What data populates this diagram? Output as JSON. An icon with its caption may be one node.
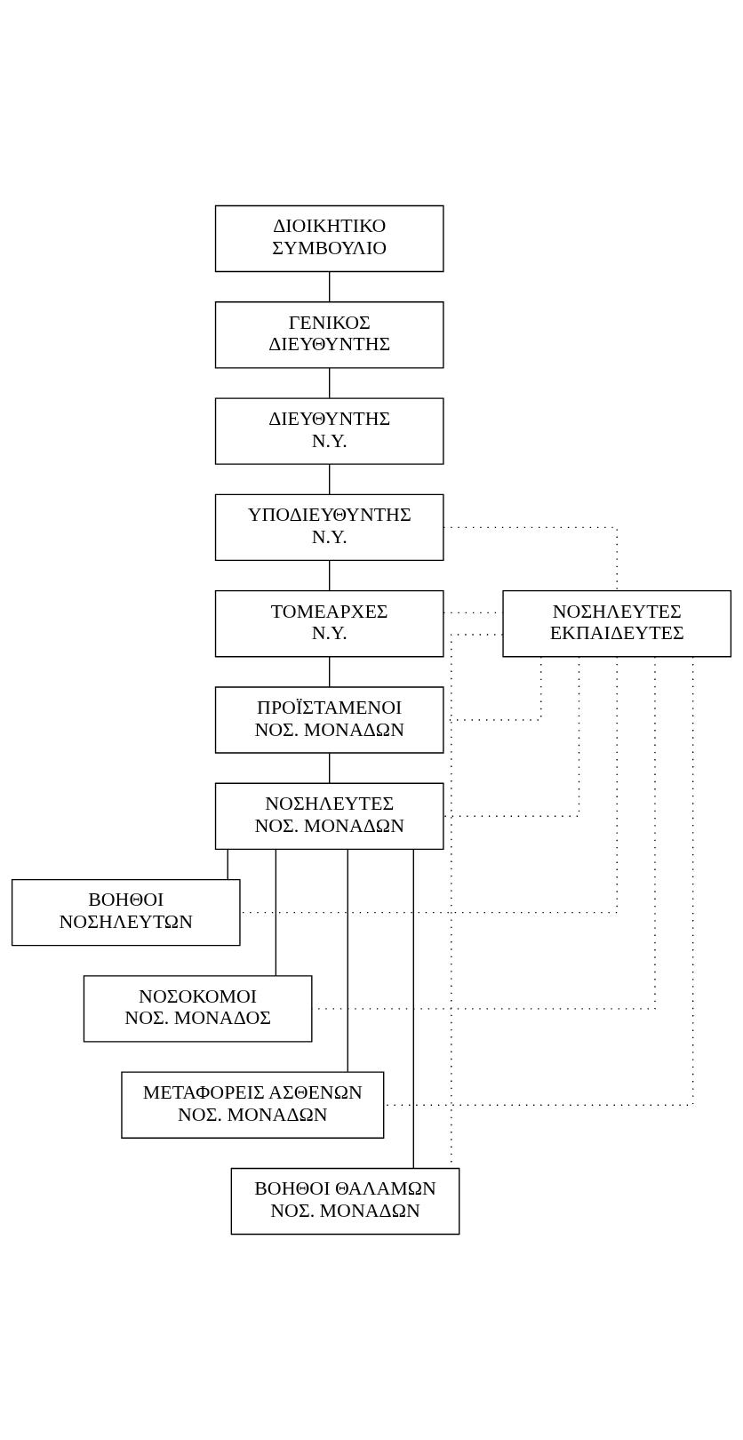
{
  "diagram": {
    "nodes": [
      {
        "text": [
          "ΔΙΟΙΚΗΤΙΚΟ ΣΥΜΒΟΥΛΙΟ"
        ]
      },
      {
        "text": [
          "ΓΕΝΙΚΟΣ ΔΙΕΥΘΥΝΤΗΣ"
        ]
      },
      {
        "text": [
          "ΔΙΕΥΘΥΝΤΗΣ Ν.Υ."
        ]
      },
      {
        "text": [
          "ΥΠΟΔΙΕΥΘΥΝΤΗΣ Ν.Υ."
        ]
      },
      {
        "text": [
          "ΤΟΜΕΑΡΧΕΣ Ν.Υ."
        ]
      },
      {
        "text": [
          "ΝΟΣΗΛΕΥΤΕΣ ΕΚΠΑΙΔΕΥΤΕΣ"
        ]
      },
      {
        "text": [
          "ΠΡΟΪΣΤΑΜΕΝΟΙ ΝΟΣ. ΜΟΝΑΔΩΝ"
        ]
      },
      {
        "text": [
          "ΝΟΣΗΛΕΥΤΕΣ ΝΟΣ. ΜΟΝΑΔΩΝ"
        ]
      },
      {
        "text": [
          "ΒΟΗΘΟΙ ΝΟΣΗΛΕΥΤΩΝ"
        ]
      },
      {
        "text": [
          "ΝΟΣΟΚΟΜΟΙ ΝΟΣ. ΜΟΝΑΔΟΣ"
        ]
      },
      {
        "text": [
          "ΜΕΤΑΦΟΡΕΙΣ ΑΣΘΕΝΩΝ ΝΟΣ. ΜΟΝΑΔΩΝ"
        ]
      },
      {
        "text": [
          "ΒΟΗΘΟΙ ΘΑΛΑΜΩΝ ΝΟΣ. ΜΟΝΑΔΩΝ"
        ]
      }
    ],
    "edges": [
      {
        "from": 0,
        "to": 1,
        "arrow": "none"
      },
      {
        "from": 1,
        "to": 2,
        "arrow": "none"
      },
      {
        "from": 2,
        "to": 3,
        "arrow": "none"
      },
      {
        "from": 3,
        "to": 4,
        "arrow": "none"
      },
      {
        "from": 3,
        "to": 5,
        "arrow": "none",
        "style": "dashed"
      },
      {
        "from": 4,
        "to": 5,
        "arrow": "none",
        "style": "dashed"
      },
      {
        "from": 4,
        "to": 6,
        "arrow": "none"
      },
      {
        "from": 5,
        "to": 6,
        "arrow": "none",
        "style": "dashed"
      },
      {
        "from": 6,
        "to": 7,
        "arrow": "none"
      },
      {
        "from": 5,
        "to": 7,
        "arrow": "none",
        "style": "dashed"
      },
      {
        "from": 7,
        "to": 8,
        "arrow": "none"
      },
      {
        "from": 7,
        "to": 9,
        "arrow": "none"
      },
      {
        "from": 7,
        "to": 10,
        "arrow": "none"
      },
      {
        "from": 7,
        "to": 11,
        "arrow": "none"
      },
      {
        "from": 5,
        "to": 8,
        "arrow": "none",
        "style": "dashed"
      },
      {
        "from": 5,
        "to": 9,
        "arrow": "none",
        "style": "dashed"
      },
      {
        "from": 5,
        "to": 10,
        "arrow": "none",
        "style": "dashed"
      },
      {
        "from": 5,
        "to": 11,
        "arrow": "none",
        "style": "dashed"
      }
    ]
  }
}
